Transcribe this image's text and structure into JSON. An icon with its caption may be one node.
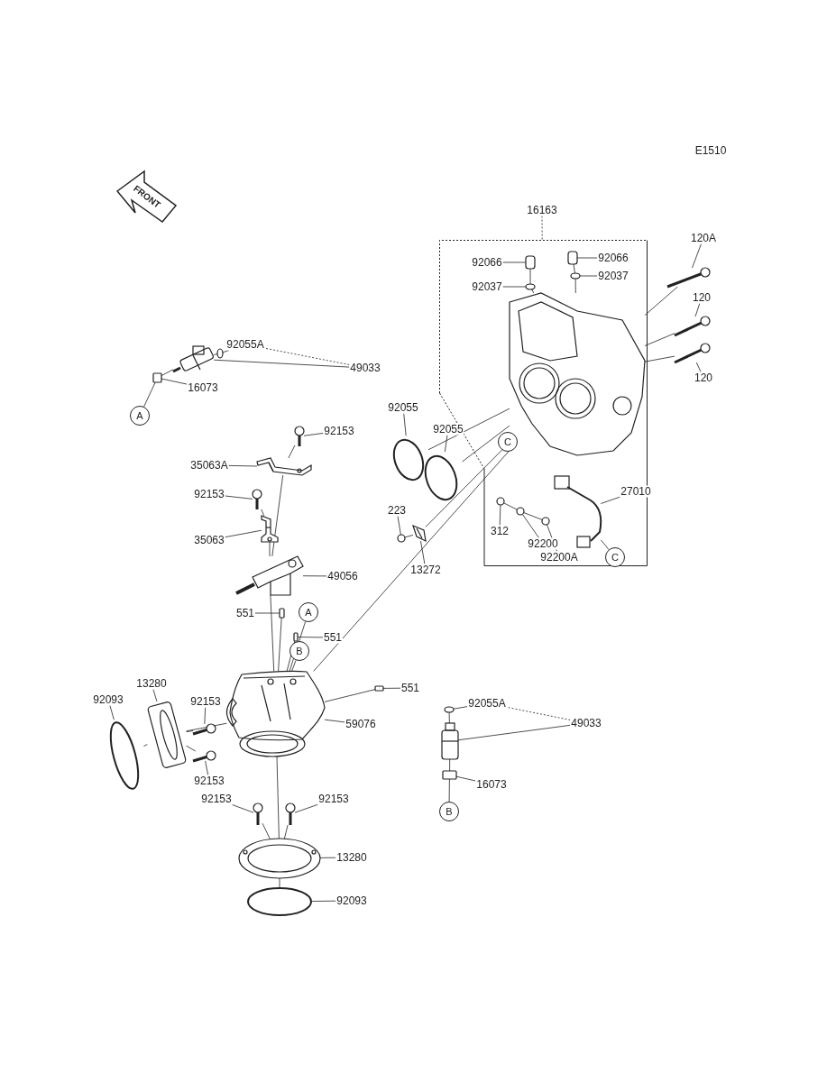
{
  "diagram": {
    "nodes": [
      {
        "text": [],
        "shape": "box"
      },
      {
        "text": [
          "120A"
        ]
      },
      {
        "text": [
          "92066"
        ],
        "in": 0
      },
      {
        "text": [
          "92066"
        ],
        "in": 0
      },
      {
        "text": [
          "92037"
        ],
        "in": 0
      },
      {
        "text": [
          "92037"
        ],
        "in": 0
      },
      {
        "text": [
          "120"
        ]
      },
      {
        "text": [
          "120"
        ]
      },
      {
        "text": [
          "92055A"
        ]
      },
      {
        "text": [
          "49033"
        ]
      },
      {
        "text": [
          "16073"
        ]
      },
      {
        "text": [
          "A"
        ]
      },
      {
        "text": [
          "92055"
        ]
      },
      {
        "text": [
          "92055"
        ]
      },
      {
        "text": [
          "C"
        ],
        "in": 0
      },
      {
        "text": [
          "92153"
        ]
      },
      {
        "text": [
          "35063A"
        ]
      },
      {
        "text": [
          "27010"
        ],
        "in": 0
      },
      {
        "text": [
          "92153"
        ]
      },
      {
        "text": [
          "223"
        ]
      },
      {
        "text": [
          "312"
        ],
        "in": 0
      },
      {
        "text": [
          "92200"
        ],
        "in": 0
      },
      {
        "text": [
          "35063"
        ]
      },
      {
        "text": [
          "92200A"
        ],
        "in": 0
      },
      {
        "text": [
          "C"
        ],
        "in": 0
      },
      {
        "text": [
          "13272"
        ]
      },
      {
        "text": [
          "49056"
        ]
      },
      {
        "text": [
          "551"
        ]
      },
      {
        "text": [
          "A"
        ]
      },
      {
        "text": [
          "551"
        ]
      },
      {
        "text": [
          "B"
        ]
      },
      {
        "text": [
          "551"
        ]
      },
      {
        "text": [
          "92153"
        ]
      },
      {
        "text": [
          "13280"
        ]
      },
      {
        "text": [
          "92093"
        ]
      },
      {
        "text": [
          "59076"
        ]
      },
      {
        "text": [
          "92055A"
        ]
      },
      {
        "text": [
          "49033"
        ]
      },
      {
        "text": [
          "16073"
        ]
      },
      {
        "text": [
          "92153"
        ]
      },
      {
        "text": [
          "92153"
        ]
      },
      {
        "text": [
          "92153"
        ]
      },
      {
        "text": [
          "13280"
        ]
      },
      {
        "text": [
          "B"
        ]
      },
      {
        "text": [
          "92093"
        ]
      },
      {
        "text": [
          "16163"
        ]
      },
      {
        "text": [],
        "shape": "box",
        "in": 0
      },
      {
        "text": [],
        "shape": "box",
        "in": 0
      },
      {
        "text": [],
        "shape": "circle",
        "in": 0
      },
      {
        "text": [],
        "shape": "circle",
        "in": 0
      },
      {
        "text": [],
        "shape": "picture"
      },
      {
        "text": [],
        "shape": "picture"
      },
      {
        "text": [],
        "shape": "picture"
      },
      {
        "text": [],
        "shape": "picture",
        "in": 0
      },
      {
        "text": [],
        "shape": "picture"
      },
      {
        "text": [],
        "shape": "circle"
      },
      {
        "text": [],
        "shape": "box"
      },
      {
        "text": [],
        "shape": "circle"
      },
      {
        "text": [],
        "shape": "circle"
      },
      {
        "text": [],
        "shape": "picture"
      },
      {
        "text": [],
        "shape": "picture"
      },
      {
        "text": [],
        "shape": "picture",
        "in": 0
      },
      {
        "text": [],
        "shape": "picture"
      },
      {
        "text": [],
        "shape": "circle"
      },
      {
        "text": [],
        "shape": "circle",
        "in": 0
      },
      {
        "text": [],
        "shape": "circle",
        "in": 0
      },
      {
        "text": [],
        "shape": "circle",
        "in": 0
      },
      {
        "text": [],
        "shape": "picture"
      },
      {
        "text": [],
        "shape": "picture"
      },
      {
        "text": [],
        "shape": "picture"
      },
      {
        "text": [],
        "shape": "box"
      },
      {
        "text": [],
        "shape": "box"
      },
      {
        "text": [],
        "shape": "box"
      },
      {
        "text": [],
        "shape": "picture"
      },
      {
        "text": [],
        "shape": "picture"
      },
      {
        "text": [],
        "shape": "circle"
      },
      {
        "text": [],
        "shape": "picture"
      },
      {
        "text": [],
        "shape": "picture"
      },
      {
        "text": [],
        "shape": "picture"
      },
      {
        "text": [],
        "shape": "picture"
      },
      {
        "text": [],
        "shape": "picture"
      },
      {
        "text": [],
        "shape": "circle"
      },
      {
        "text": [],
        "shape": "circle"
      },
      {
        "text": [],
        "shape": "picture"
      },
      {
        "text": [],
        "shape": "box"
      }
    ],
    "edges": [
      {
        "from": 45,
        "to": 0,
        "arrow": "none",
        "style": "dashed"
      },
      {
        "from": 1,
        "to": 50,
        "arrow": "none"
      },
      {
        "from": 2,
        "to": 46,
        "arrow": "none"
      },
      {
        "from": 3,
        "to": 47,
        "arrow": "none"
      },
      {
        "from": 4,
        "to": 48,
        "arrow": "none"
      },
      {
        "from": 5,
        "to": 49,
        "arrow": "none"
      },
      {
        "from": 6,
        "to": 51,
        "arrow": "none"
      },
      {
        "from": 7,
        "to": 52,
        "arrow": "none"
      },
      {
        "from": 8,
        "to": 55,
        "arrow": "none"
      },
      {
        "from": 9,
        "to": 54,
        "arrow": "none"
      },
      {
        "from": 9,
        "to": 8,
        "arrow": "none",
        "style": "dashed"
      },
      {
        "from": 10,
        "to": 56,
        "arrow": "none"
      },
      {
        "from": 11,
        "to": 56,
        "arrow": "none"
      },
      {
        "from": 12,
        "to": 57,
        "arrow": "none"
      },
      {
        "from": 13,
        "to": 58,
        "arrow": "none"
      },
      {
        "from": 14,
        "to": 53,
        "arrow": "none"
      },
      {
        "from": 15,
        "to": 59,
        "arrow": "none"
      },
      {
        "from": 16,
        "to": 60,
        "arrow": "none"
      },
      {
        "from": 17,
        "to": 61,
        "arrow": "none"
      },
      {
        "from": 18,
        "to": 62,
        "arrow": "none"
      },
      {
        "from": 19,
        "to": 63,
        "arrow": "none"
      },
      {
        "from": 20,
        "to": 64,
        "arrow": "none"
      },
      {
        "from": 21,
        "to": 65,
        "arrow": "none"
      },
      {
        "from": 22,
        "to": 67,
        "arrow": "none"
      },
      {
        "from": 23,
        "to": 66,
        "arrow": "none"
      },
      {
        "from": 24,
        "to": 61,
        "arrow": "none"
      },
      {
        "from": 25,
        "to": 68,
        "arrow": "none"
      },
      {
        "from": 26,
        "to": 69,
        "arrow": "none"
      },
      {
        "from": 27,
        "to": 70,
        "arrow": "none"
      },
      {
        "from": 28,
        "to": 73,
        "arrow": "none"
      },
      {
        "from": 29,
        "to": 71,
        "arrow": "none"
      },
      {
        "from": 30,
        "to": 73,
        "arrow": "none"
      },
      {
        "from": 31,
        "to": 72,
        "arrow": "none"
      },
      {
        "from": 32,
        "to": 76,
        "arrow": "none"
      },
      {
        "from": 33,
        "to": 74,
        "arrow": "none"
      },
      {
        "from": 34,
        "to": 75,
        "arrow": "none"
      },
      {
        "from": 35,
        "to": 73,
        "arrow": "none"
      },
      {
        "from": 36,
        "to": 82,
        "arrow": "none"
      },
      {
        "from": 37,
        "to": 83,
        "arrow": "none"
      },
      {
        "from": 37,
        "to": 36,
        "arrow": "none",
        "style": "dashed"
      },
      {
        "from": 38,
        "to": 84,
        "arrow": "none"
      },
      {
        "from": 39,
        "to": 77,
        "arrow": "none"
      },
      {
        "from": 40,
        "to": 78,
        "arrow": "none"
      },
      {
        "from": 41,
        "to": 79,
        "arrow": "none"
      },
      {
        "from": 42,
        "to": 80,
        "arrow": "none"
      },
      {
        "from": 43,
        "to": 84,
        "arrow": "none"
      },
      {
        "from": 44,
        "to": 81,
        "arrow": "none"
      },
      {
        "from": 50,
        "to": 53,
        "arrow": "none"
      },
      {
        "from": 51,
        "to": 53,
        "arrow": "none"
      },
      {
        "from": 52,
        "to": 53,
        "arrow": "none"
      },
      {
        "from": 46,
        "to": 48,
        "arrow": "none"
      },
      {
        "from": 47,
        "to": 49,
        "arrow": "none"
      },
      {
        "from": 48,
        "to": 53,
        "arrow": "none"
      },
      {
        "from": 49,
        "to": 53,
        "arrow": "none"
      },
      {
        "from": 57,
        "to": 53,
        "arrow": "none"
      },
      {
        "from": 58,
        "to": 53,
        "arrow": "none"
      },
      {
        "from": 68,
        "to": 53,
        "arrow": "none"
      },
      {
        "from": 63,
        "to": 68,
        "arrow": "none"
      },
      {
        "from": 64,
        "to": 65,
        "arrow": "none"
      },
      {
        "from": 65,
        "to": 66,
        "arrow": "none"
      },
      {
        "from": 53,
        "to": 73,
        "arrow": "none"
      },
      {
        "from": 59,
        "to": 60,
        "arrow": "none"
      },
      {
        "from": 60,
        "to": 69,
        "arrow": "none"
      },
      {
        "from": 62,
        "to": 67,
        "arrow": "none"
      },
      {
        "from": 67,
        "to": 69,
        "arrow": "none"
      },
      {
        "from": 69,
        "to": 73,
        "arrow": "none"
      },
      {
        "from": 70,
        "to": 73,
        "arrow": "none"
      },
      {
        "from": 71,
        "to": 73,
        "arrow": "none"
      },
      {
        "from": 72,
        "to": 73,
        "arrow": "none"
      },
      {
        "from": 76,
        "to": 74,
        "arrow": "none"
      },
      {
        "from": 77,
        "to": 74,
        "arrow": "none"
      },
      {
        "from": 74,
        "to": 73,
        "arrow": "none"
      },
      {
        "from": 75,
        "to": 74,
        "arrow": "none"
      },
      {
        "from": 78,
        "to": 80,
        "arrow": "none"
      },
      {
        "from": 79,
        "to": 80,
        "arrow": "none"
      },
      {
        "from": 80,
        "to": 73,
        "arrow": "none"
      },
      {
        "from": 81,
        "to": 80,
        "arrow": "none"
      },
      {
        "from": 55,
        "to": 54,
        "arrow": "none"
      },
      {
        "from": 56,
        "to": 54,
        "arrow": "none"
      },
      {
        "from": 82,
        "to": 83,
        "arrow": "none"
      },
      {
        "from": 83,
        "to": 84,
        "arrow": "none"
      }
    ],
    "labels": [
      "E1510",
      "FRONT"
    ]
  }
}
